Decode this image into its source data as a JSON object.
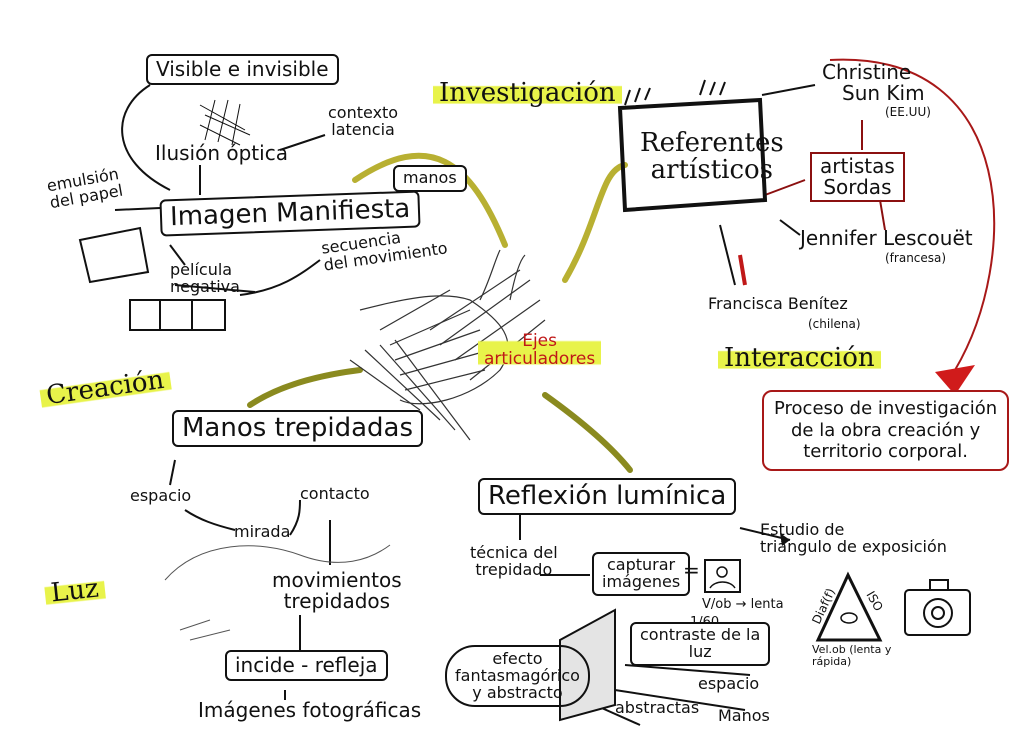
{
  "sections": {
    "investigacion": "Investigación",
    "creacion": "Creación",
    "luz": "Luz",
    "interaccion": "Interacción"
  },
  "center": {
    "line1": "Ejes",
    "line2": "articuladores"
  },
  "left_top": {
    "visible": "Visible e invisible",
    "ilusion": "Ilusión óptica",
    "contexto": "contexto",
    "latencia": "latencia",
    "imagen": "Imagen Manifiesta",
    "manos": "manos",
    "emulsion1": "emulsión",
    "emulsion2": "del papel",
    "pelicula1": "película",
    "pelicula2": "negativa",
    "secuencia1": "secuencia",
    "secuencia2": "del movimiento"
  },
  "right_top": {
    "referentes1": "Referentes",
    "referentes2": "artísticos",
    "christine1": "Christine",
    "christine2": "Sun Kim",
    "christine_country": "(EE.UU)",
    "artistas1": "artistas",
    "artistas2": "Sordas",
    "jennifer": "Jennifer Lescouët",
    "jennifer_country": "(francesa)",
    "francisca": "Francisca Benítez",
    "francisca_country": "(chilena)"
  },
  "interaccion_box": {
    "line1": "Proceso de investigación",
    "line2": "de la obra creación y",
    "line3": "territorio corporal."
  },
  "left_bottom": {
    "manos_trep": "Manos trepidadas",
    "espacio": "espacio",
    "contacto": "contacto",
    "mirada": "mirada",
    "movimientos1": "movimientos",
    "movimientos2": "trepidados",
    "incide": "incide - refleja",
    "imagenes": "Imágenes fotográficas"
  },
  "right_bottom": {
    "reflexion": "Reflexión lumínica",
    "estudio1": "Estudio de",
    "estudio2": "triángulo de exposición",
    "tecnica1": "técnica del",
    "tecnica2": "trepidado",
    "capturar1": "capturar",
    "capturar2": "imágenes",
    "velocidad": "V/ob → lenta",
    "fraccion": "1/60",
    "contraste1": "contraste de la",
    "contraste2": "luz",
    "efecto1": "efecto",
    "efecto2": "fantasmagórico",
    "efecto3": "y abstracto",
    "espacio": "espacio",
    "abstractas": "abstractas",
    "manos": "Manos",
    "tri_left": "Diaf(f)",
    "tri_right": "ISO",
    "tri_bottom": "Vel.ob (lenta y rápida)"
  },
  "colors": {
    "highlight": "#e8f34a",
    "connector": "#b8b032",
    "red": "#c01818"
  }
}
